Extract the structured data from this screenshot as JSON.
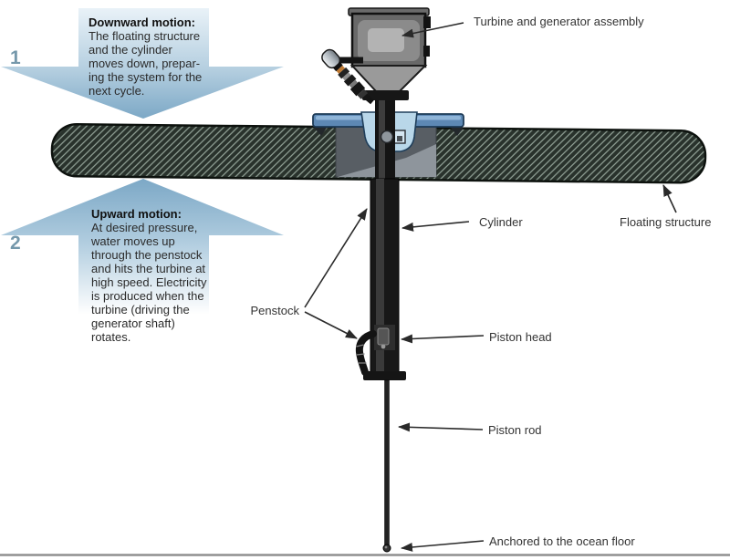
{
  "steps": [
    {
      "number": "1",
      "heading": "Downward motion:",
      "lines": [
        "The floating structure",
        "and the cylinder",
        "moves down, prepar-",
        "ing the system for the",
        "next cycle."
      ]
    },
    {
      "number": "2",
      "heading": "Upward motion:",
      "lines": [
        "At desired pressure,",
        "water moves up",
        "through the penstock",
        "and hits the turbine at",
        "high speed. Electricity",
        "is produced when the",
        "turbine (driving the",
        "generator shaft)",
        "rotates."
      ]
    }
  ],
  "labels": {
    "turbine": "Turbine and generator assembly",
    "floating_structure": "Floating structure",
    "cylinder": "Cylinder",
    "penstock": "Penstock",
    "piston_head": "Piston head",
    "piston_rod": "Piston rod",
    "anchor": "Anchored to the ocean floor"
  },
  "colors": {
    "arrow_gradient_light": "#e8f1f7",
    "arrow_gradient_dark": "#7ca8c6",
    "step_number_blue": "#7598ab",
    "label_text": "#333333",
    "structure_hatch_dark": "#29322c",
    "structure_hatch_line": "#93a398",
    "mooring_plate_blue": "#5d88b4",
    "water_cup_blue": "#b9d7e9",
    "machine_gray": "#8b8b8b",
    "pipe_black": "#141414"
  }
}
